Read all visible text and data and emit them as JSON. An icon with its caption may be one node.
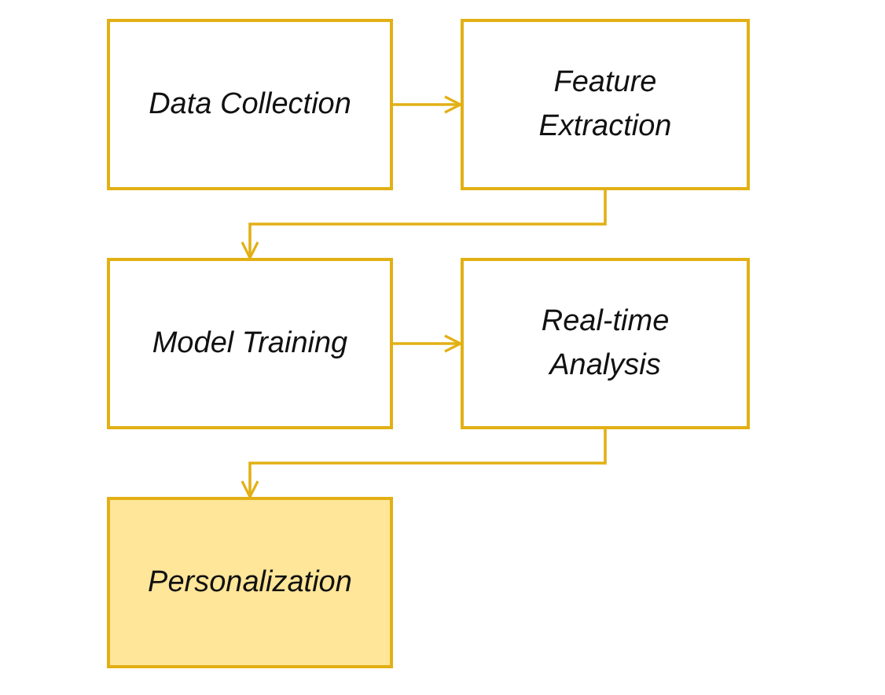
{
  "diagram": {
    "nodes": [
      {
        "text": [
          "Data Collection"
        ]
      },
      {
        "text": [
          "Feature Extraction"
        ]
      },
      {
        "text": [
          "Model Training"
        ]
      },
      {
        "text": [
          "Real-time Analysis"
        ]
      },
      {
        "text": [
          "Personalization"
        ]
      }
    ],
    "edges": [
      {
        "from": 0,
        "to": 1,
        "arrow": "to"
      },
      {
        "from": 1,
        "to": 2,
        "arrow": "to"
      },
      {
        "from": 2,
        "to": 3,
        "arrow": "to"
      },
      {
        "from": 3,
        "to": 4,
        "arrow": "to"
      }
    ]
  }
}
